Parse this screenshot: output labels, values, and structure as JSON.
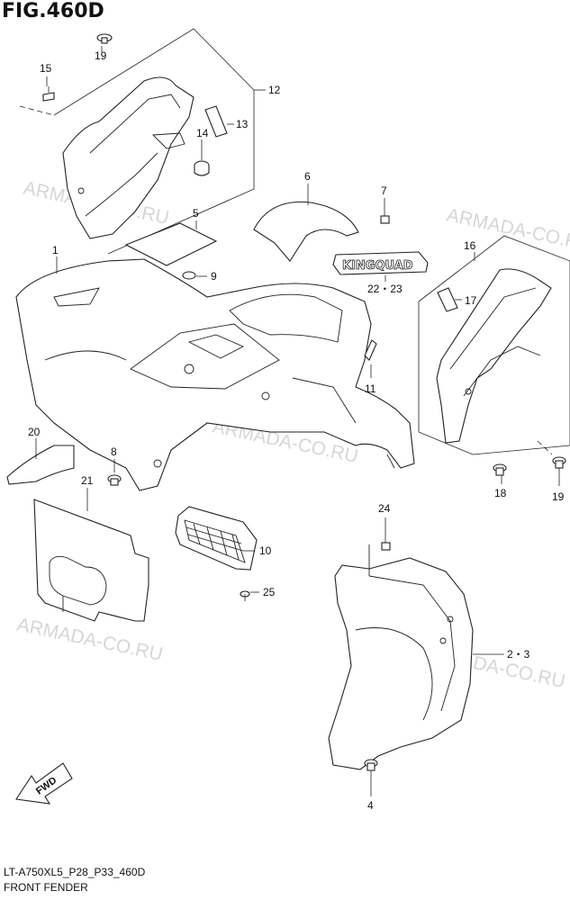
{
  "figure": {
    "title": "FIG.460D",
    "model_code": "LT-A750XL5_P28_P33_460D",
    "name": "FRONT FENDER"
  },
  "watermark": "ARMADA-CO.RU",
  "logo_text": "KINGQUAD",
  "fwd_label": "FWD",
  "callouts": {
    "p1": "1",
    "p2_3": "2・3",
    "p4": "4",
    "p5": "5",
    "p6": "6",
    "p7": "7",
    "p8": "8",
    "p9": "9",
    "p10": "10",
    "p11": "11",
    "p12": "12",
    "p13": "13",
    "p14": "14",
    "p15": "15",
    "p16": "16",
    "p17": "17",
    "p18": "18",
    "p19a": "19",
    "p19b": "19",
    "p20": "20",
    "p21": "21",
    "p22_23": "22・23",
    "p24": "24",
    "p25": "25"
  }
}
